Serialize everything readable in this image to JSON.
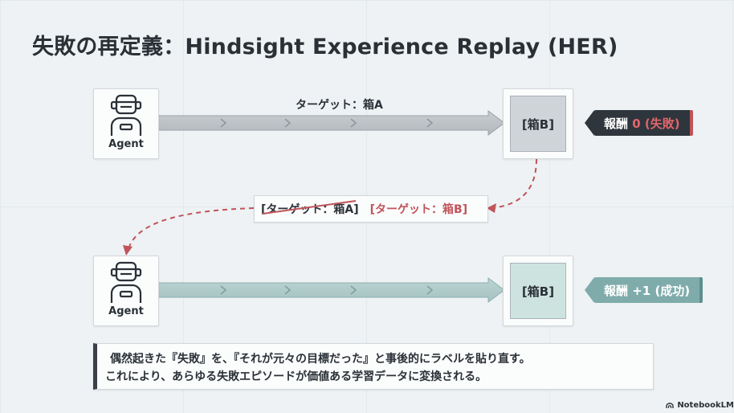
{
  "title": "失敗の再定義：Hindsight Experience Replay (HER)",
  "colors": {
    "failure_red": "#c0545a",
    "success_teal": "#7fabab",
    "dark": "#3a4047"
  },
  "row1": {
    "agent_label": "Agent",
    "arrow_label": "ターゲット：箱A",
    "box_label": "[箱B]",
    "reward_prefix": "報酬",
    "reward_value": "0 (失敗)"
  },
  "relabel": {
    "old_target": "[ターゲット：箱A]",
    "new_target": "[ターゲット：箱B]"
  },
  "row2": {
    "agent_label": "Agent",
    "box_label": "[箱B]",
    "reward_text": "報酬 +1 (成功)"
  },
  "note": {
    "line1": "偶然起きた『失敗』を、『それが元々の目標だった』と事後的にラベルを貼り直す。",
    "line2": "これにより、あらゆる失敗エピソードが価値ある学習データに変換される。"
  },
  "brand": "NotebookLM"
}
